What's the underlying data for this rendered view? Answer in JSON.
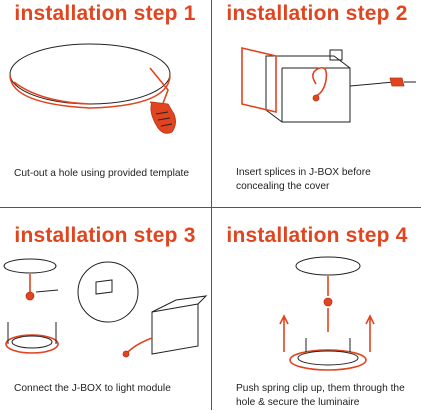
{
  "accent_color": "#e0451f",
  "steps": [
    {
      "title": "installation step 1",
      "caption": "Cut-out a hole using provided template"
    },
    {
      "title": "installation step 2",
      "caption": "Insert splices in J-BOX before concealing the cover"
    },
    {
      "title": "installation step 3",
      "caption": "Connect the J-BOX to light module"
    },
    {
      "title": "installation step 4",
      "caption": "Push spring clip up, them through the hole & secure the luminaire"
    }
  ]
}
